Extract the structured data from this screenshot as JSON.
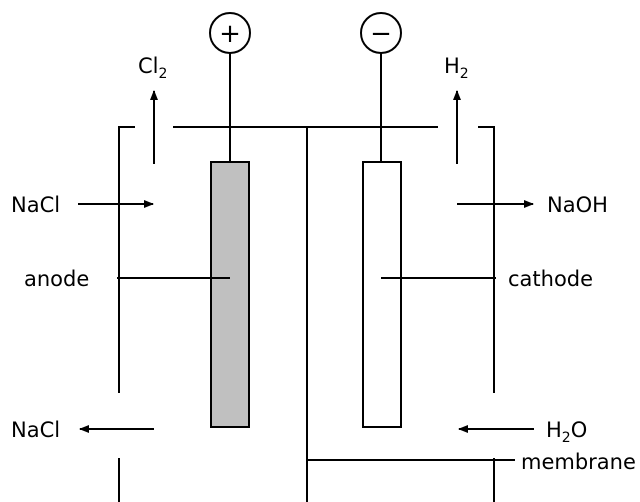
{
  "diagram": {
    "colors": {
      "stroke": "#000000",
      "anode_fill": "#c0c0c0",
      "cathode_fill": "#ffffff",
      "background": "#ffffff"
    },
    "terminals": {
      "positive": "+",
      "negative": "−"
    },
    "gases": {
      "left": {
        "base": "Cl",
        "sub": "2"
      },
      "right": {
        "base": "H",
        "sub": "2"
      }
    },
    "flows": {
      "left_in": "NaCl",
      "left_out": "NaCl",
      "right_out": "NaOH",
      "right_in": {
        "base": "H",
        "sub": "2",
        "tail": "O"
      }
    },
    "labels": {
      "anode": "anode",
      "cathode": "cathode",
      "membrane": "membrane"
    }
  }
}
